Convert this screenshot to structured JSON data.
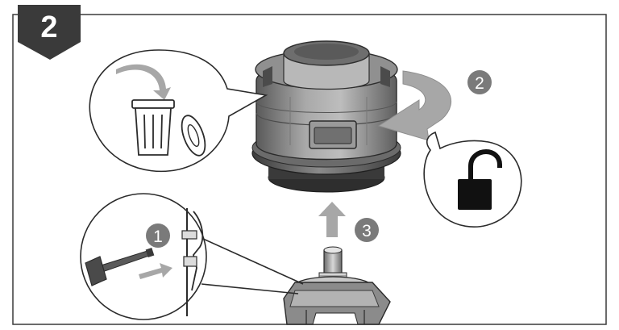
{
  "step_badge": {
    "number": "2"
  },
  "callouts": [
    {
      "number": "1"
    },
    {
      "number": "2"
    },
    {
      "number": "3"
    }
  ],
  "icons": {
    "trash": "trash-can-icon",
    "unlock": "open-padlock-icon",
    "hammer": "hammer-icon",
    "rotate": "rotate-arrow-icon",
    "lift": "up-arrow-icon"
  },
  "colors": {
    "badge": "#3a3a3a",
    "callout": "#7a7a7a",
    "line": "#2b2b2b",
    "arrow_gray": "#a7a7a7"
  }
}
